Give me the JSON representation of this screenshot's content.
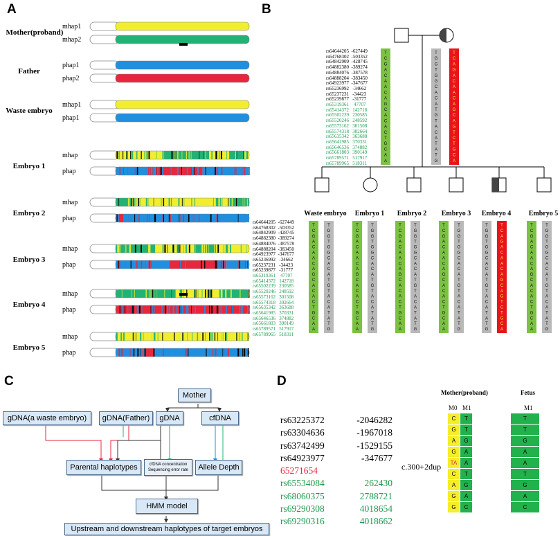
{
  "panels": {
    "a": "A",
    "b": "B",
    "c": "C",
    "d": "D"
  },
  "colors": {
    "yellow": "#f1ee2e",
    "green": "#22b274",
    "blue": "#1f8fe0",
    "red": "#e8263c",
    "gray": "#c0c0c0",
    "box": "#d9e8f6",
    "dred": "#e8263c",
    "dgreen": "#1f9a50"
  },
  "panel_a": {
    "rows": [
      {
        "label": "Mother(proband)",
        "haps": [
          {
            "name": "mhap1",
            "pattern": "yellow"
          },
          {
            "name": "mhap2",
            "pattern": "green"
          }
        ]
      },
      {
        "label": "Father",
        "haps": [
          {
            "name": "phap1",
            "pattern": "blue"
          },
          {
            "name": "phap2",
            "pattern": "red"
          }
        ]
      },
      {
        "label": "Waste embryo",
        "haps": [
          {
            "name": "mhap1",
            "pattern": "yellow"
          },
          {
            "name": "phap1",
            "pattern": "blue"
          }
        ]
      },
      {
        "label": "Embryo 1",
        "haps": [
          {
            "name": "mhap",
            "pattern": "m1"
          },
          {
            "name": "phap",
            "pattern": "p1"
          }
        ]
      },
      {
        "label": "Embryo 2",
        "haps": [
          {
            "name": "mhap",
            "pattern": "m2"
          },
          {
            "name": "phap",
            "pattern": "p2"
          }
        ]
      },
      {
        "label": "Embryo 3",
        "haps": [
          {
            "name": "mhap",
            "pattern": "m3"
          },
          {
            "name": "phap",
            "pattern": "p3"
          }
        ]
      },
      {
        "label": "Embryo 4",
        "haps": [
          {
            "name": "mhap",
            "pattern": "m4"
          },
          {
            "name": "phap",
            "pattern": "p4"
          }
        ]
      },
      {
        "label": "Embryo 5",
        "haps": [
          {
            "name": "mhap",
            "pattern": "m5"
          },
          {
            "name": "phap",
            "pattern": "p5"
          }
        ]
      }
    ]
  },
  "panel_b": {
    "snps_top": "rs64644205  -627449\nrs64768302  -503352\nrs64842909  -428745\nrs64882380  -389274\nrs64884076  -387578\nrs64888204  -383450\nrs64923977  -347677\nrs65236992   -34662\nrs65237231   -34423\nrs65239877   -31777",
    "snps_bottom": "rs65319361    47707\nrs65414372   142718\nrs65502239   230585\nrs65520246   248592\nrs65573162   301508\nrs65574318   302664\nrs65635342   363688\nrs65641985   370331\nrs65646536   374882\nrs65661803   390149\nrs65789571   517917\nrs65789965   518311",
    "seq_green": "TCGACAACAGCACACTGCAA",
    "seq_gray": "TGGTGGCACATGTACATATG",
    "seq_red": "TCAGACAACAGCAGTCTGCA",
    "columns": [
      {
        "title": "Waste embryo",
        "left": "green",
        "right": "gray"
      },
      {
        "title": "Embryo 1",
        "left": "green",
        "right": "gray"
      },
      {
        "title": "Embryo 2",
        "left": "green",
        "right": "gray"
      },
      {
        "title": "Embryo 3",
        "left": "green",
        "right": "gray"
      },
      {
        "title": "Embryo 4",
        "left": "gray",
        "right": "red"
      },
      {
        "title": "Embryo 5",
        "left": "green",
        "right": "gray"
      }
    ]
  },
  "panel_c": {
    "mother": "Mother",
    "gdna_waste": "gDNA(a waste embryo)",
    "gdna_father": "gDNA(Father)",
    "gdna": "gDNA",
    "cfdna": "cfDNA",
    "parental": "Parental haplotypes",
    "cf_line1": "cfDNA concentration",
    "cf_line2": "Sequencing error rate",
    "allele": "Allele Depth",
    "hmm": "HMM model",
    "result": "Upstream and downstream haplotypes of target embryos"
  },
  "panel_d": {
    "snps": [
      {
        "id": "rs63225372",
        "pos": "-2046282",
        "color": "#000000"
      },
      {
        "id": "rs63304636",
        "pos": "-1967018",
        "color": "#000000"
      },
      {
        "id": "rs63742499",
        "pos": "-1529155",
        "color": "#000000"
      },
      {
        "id": "rs64923977",
        "pos": "-347677",
        "color": "#000000"
      },
      {
        "id": "65271654",
        "pos": "",
        "color": "#e8263c"
      },
      {
        "id": "rs65534084",
        "pos": "262430",
        "color": "#1f9a50"
      },
      {
        "id": "rs68060375",
        "pos": "2788721",
        "color": "#1f9a50"
      },
      {
        "id": "rs69290308",
        "pos": "4018654",
        "color": "#1f9a50"
      },
      {
        "id": "rs69290316",
        "pos": "4018662",
        "color": "#1f9a50"
      }
    ],
    "variant": "c.300+2dup",
    "mother_title": "Mother(proband)",
    "fetus_title": "Fetus",
    "m0": "M0",
    "m1": "M1",
    "fetus_m1": "M1",
    "mother_m0": [
      "C",
      "G",
      "A",
      "G",
      "TA",
      "C",
      "A",
      "G",
      "G"
    ],
    "mother_m1": [
      "T",
      "T",
      "G",
      "A",
      "A",
      "T",
      "G",
      "A",
      "C"
    ],
    "fetus_col": [
      "T",
      "T",
      "G",
      "A",
      "A",
      "T",
      "G",
      "A",
      "C"
    ]
  }
}
